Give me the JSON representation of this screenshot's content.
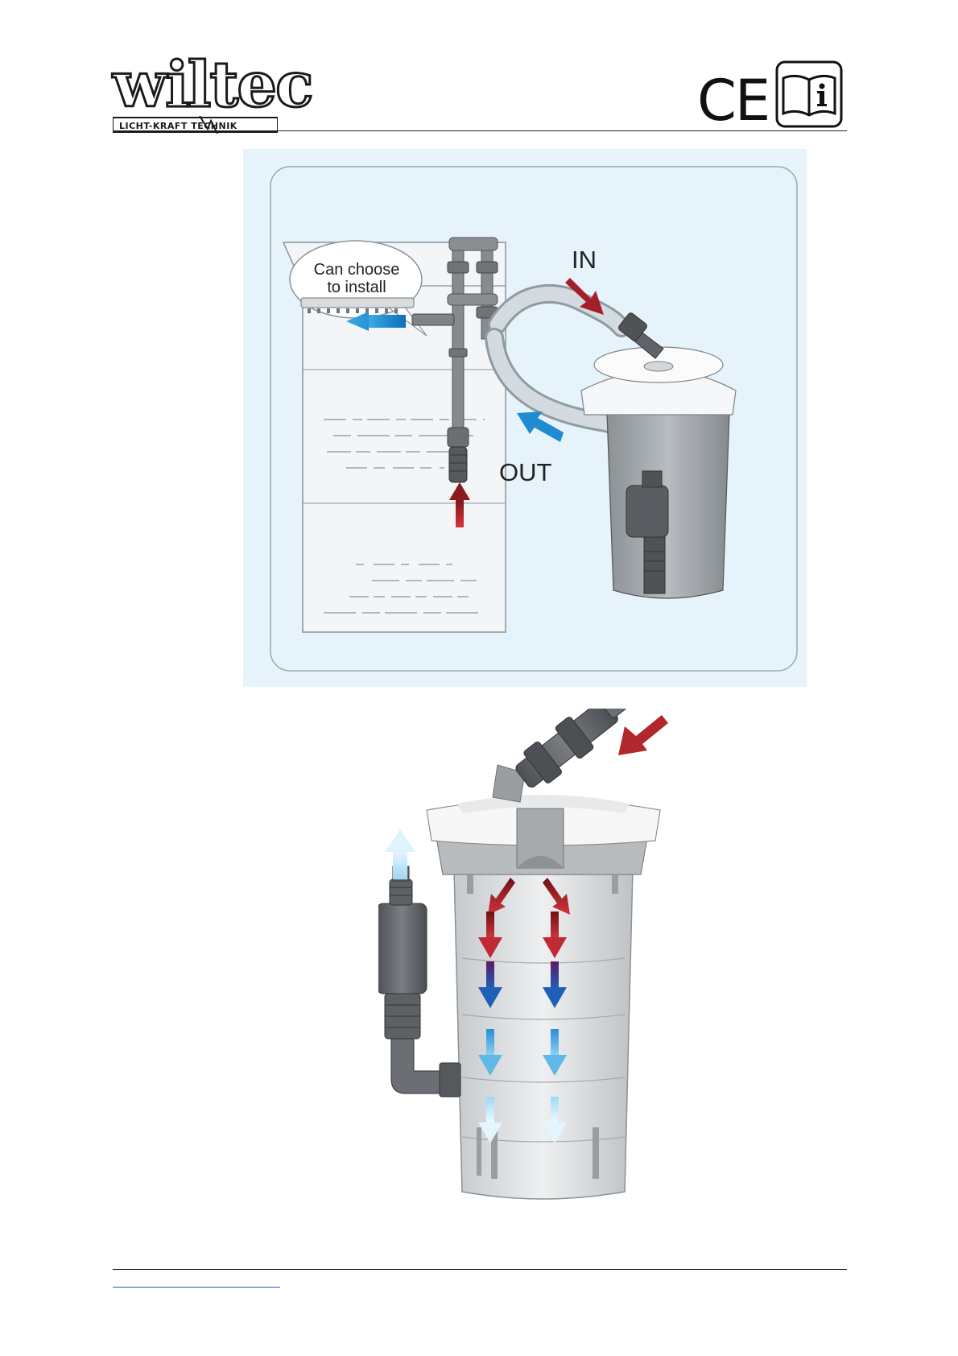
{
  "header": {
    "logo_main": "wiltec",
    "logo_sub": "LICHT-KRAFT  TECHNIK",
    "ce_mark": "CE",
    "manual_icon": "read-manual-icon"
  },
  "diagram_top": {
    "callout_line1": "Can choose",
    "callout_line2": "to install",
    "label_in": "IN",
    "label_out": "OUT"
  },
  "colors": {
    "panel_bg": "#e8f4fb",
    "arrow_red": "#b1272b",
    "arrow_blue": "#1f8bd1",
    "arrow_navy": "#2c3f8f",
    "arrow_lightblue": "#6cc3ec"
  }
}
